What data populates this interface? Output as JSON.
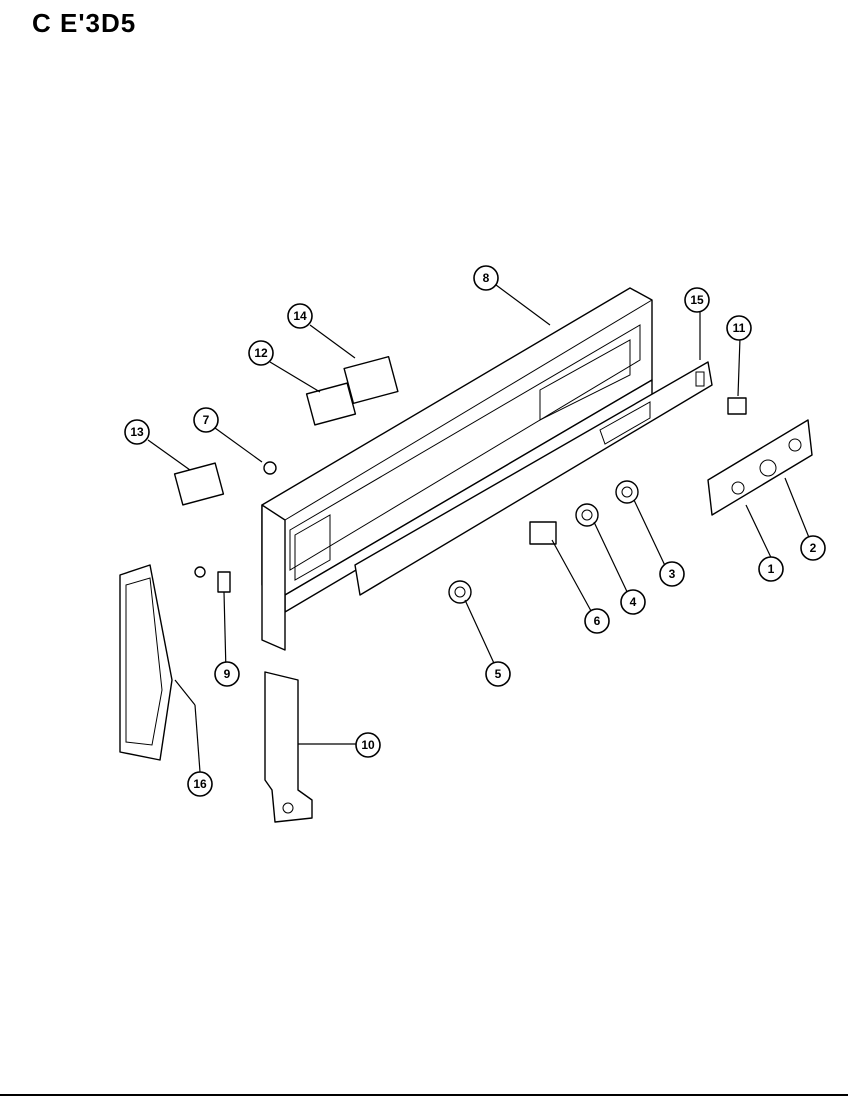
{
  "header": {
    "model": "C  E'3D5"
  },
  "callouts": [
    {
      "id": "1",
      "label": "1"
    },
    {
      "id": "2",
      "label": "2"
    },
    {
      "id": "3",
      "label": "3"
    },
    {
      "id": "4",
      "label": "4"
    },
    {
      "id": "5",
      "label": "5"
    },
    {
      "id": "6",
      "label": "6"
    },
    {
      "id": "7",
      "label": "7"
    },
    {
      "id": "8",
      "label": "8"
    },
    {
      "id": "9",
      "label": "9"
    },
    {
      "id": "10",
      "label": "10"
    },
    {
      "id": "11",
      "label": "11"
    },
    {
      "id": "12",
      "label": "12"
    },
    {
      "id": "13",
      "label": "13"
    },
    {
      "id": "14",
      "label": "14"
    },
    {
      "id": "15",
      "label": "15"
    },
    {
      "id": "16",
      "label": "16"
    }
  ]
}
